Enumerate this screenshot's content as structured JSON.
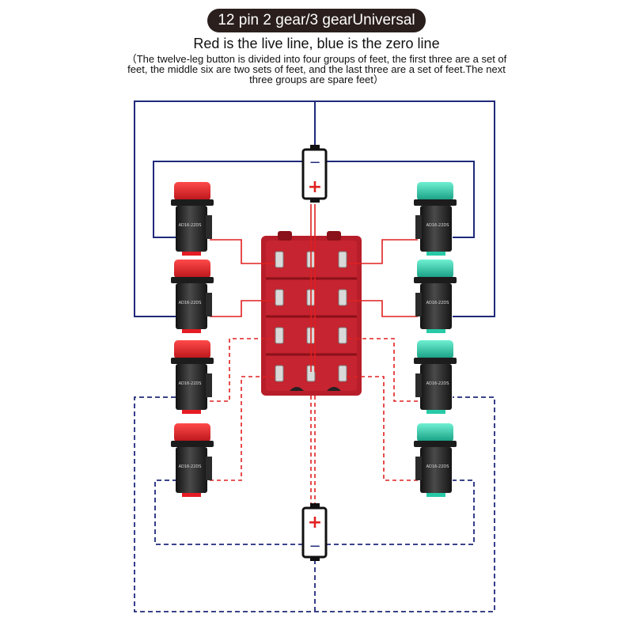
{
  "header": {
    "title": "12 pin 2 gear/3 gearUniversal",
    "subtitle": "Red is the live line, blue is the zero line",
    "note": "（The twelve-leg button is divided into four groups of feet, the first three are a set of feet, the middle six are two sets of feet, and the last three are a set of feet.The next three groups are spare feet）"
  },
  "battery": {
    "minus_symbol": "−",
    "plus_symbol": "+"
  },
  "indicator_label": "AD16-22DS",
  "colors": {
    "live": "#e02020",
    "neutral": "#1f2a7a",
    "switch_body": "#b81e2a",
    "lamp_red": "#e51c23",
    "lamp_green": "#27c9a6",
    "lamp_body": "#2b2b2b",
    "title_bg": "#2a1f1c"
  }
}
